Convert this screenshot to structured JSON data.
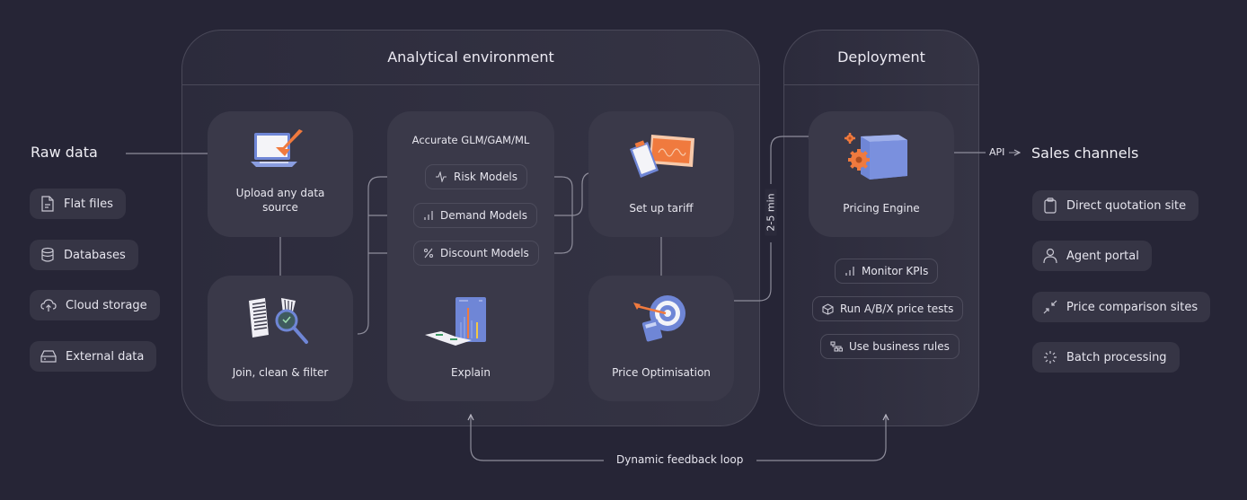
{
  "raw_data": {
    "title": "Raw data",
    "items": [
      {
        "label": "Flat files",
        "icon": "file-icon"
      },
      {
        "label": "Databases",
        "icon": "database-icon"
      },
      {
        "label": "Cloud storage",
        "icon": "cloud-upload-icon"
      },
      {
        "label": "External data",
        "icon": "hard-drive-icon"
      }
    ]
  },
  "analytical": {
    "title": "Analytical environment",
    "upload": {
      "label_line1": "Upload any data",
      "label_line2": "source"
    },
    "join": {
      "label": "Join, clean & filter"
    },
    "models": {
      "title": "Accurate GLM/GAM/ML",
      "items": [
        {
          "label": "Risk Models",
          "icon": "activity-icon"
        },
        {
          "label": "Demand Models",
          "icon": "bar-chart-icon"
        },
        {
          "label": "Discount Models",
          "icon": "percent-icon"
        }
      ],
      "explain_label": "Explain"
    },
    "tariff": {
      "label": "Set up tariff"
    },
    "optimisation": {
      "label": "Price Optimisation"
    }
  },
  "timing_label": "2-5 min",
  "deployment": {
    "title": "Deployment",
    "engine": {
      "label": "Pricing Engine"
    },
    "actions": [
      {
        "label": "Monitor KPIs",
        "icon": "bar-chart-icon"
      },
      {
        "label": "Run A/B/X price tests",
        "icon": "cube-icon"
      },
      {
        "label": "Use business rules",
        "icon": "hierarchy-icon"
      }
    ]
  },
  "api_label": "API",
  "sales": {
    "title": "Sales channels",
    "items": [
      {
        "label": "Direct quotation site",
        "icon": "clipboard-icon"
      },
      {
        "label": "Agent portal",
        "icon": "user-icon"
      },
      {
        "label": "Price comparison sites",
        "icon": "arrows-in-icon"
      },
      {
        "label": "Batch processing",
        "icon": "loader-icon"
      }
    ]
  },
  "feedback_label": "Dynamic feedback loop",
  "colors": {
    "background": "#262536",
    "accent_orange": "#f07a3e",
    "accent_blue": "#6f86d6"
  }
}
